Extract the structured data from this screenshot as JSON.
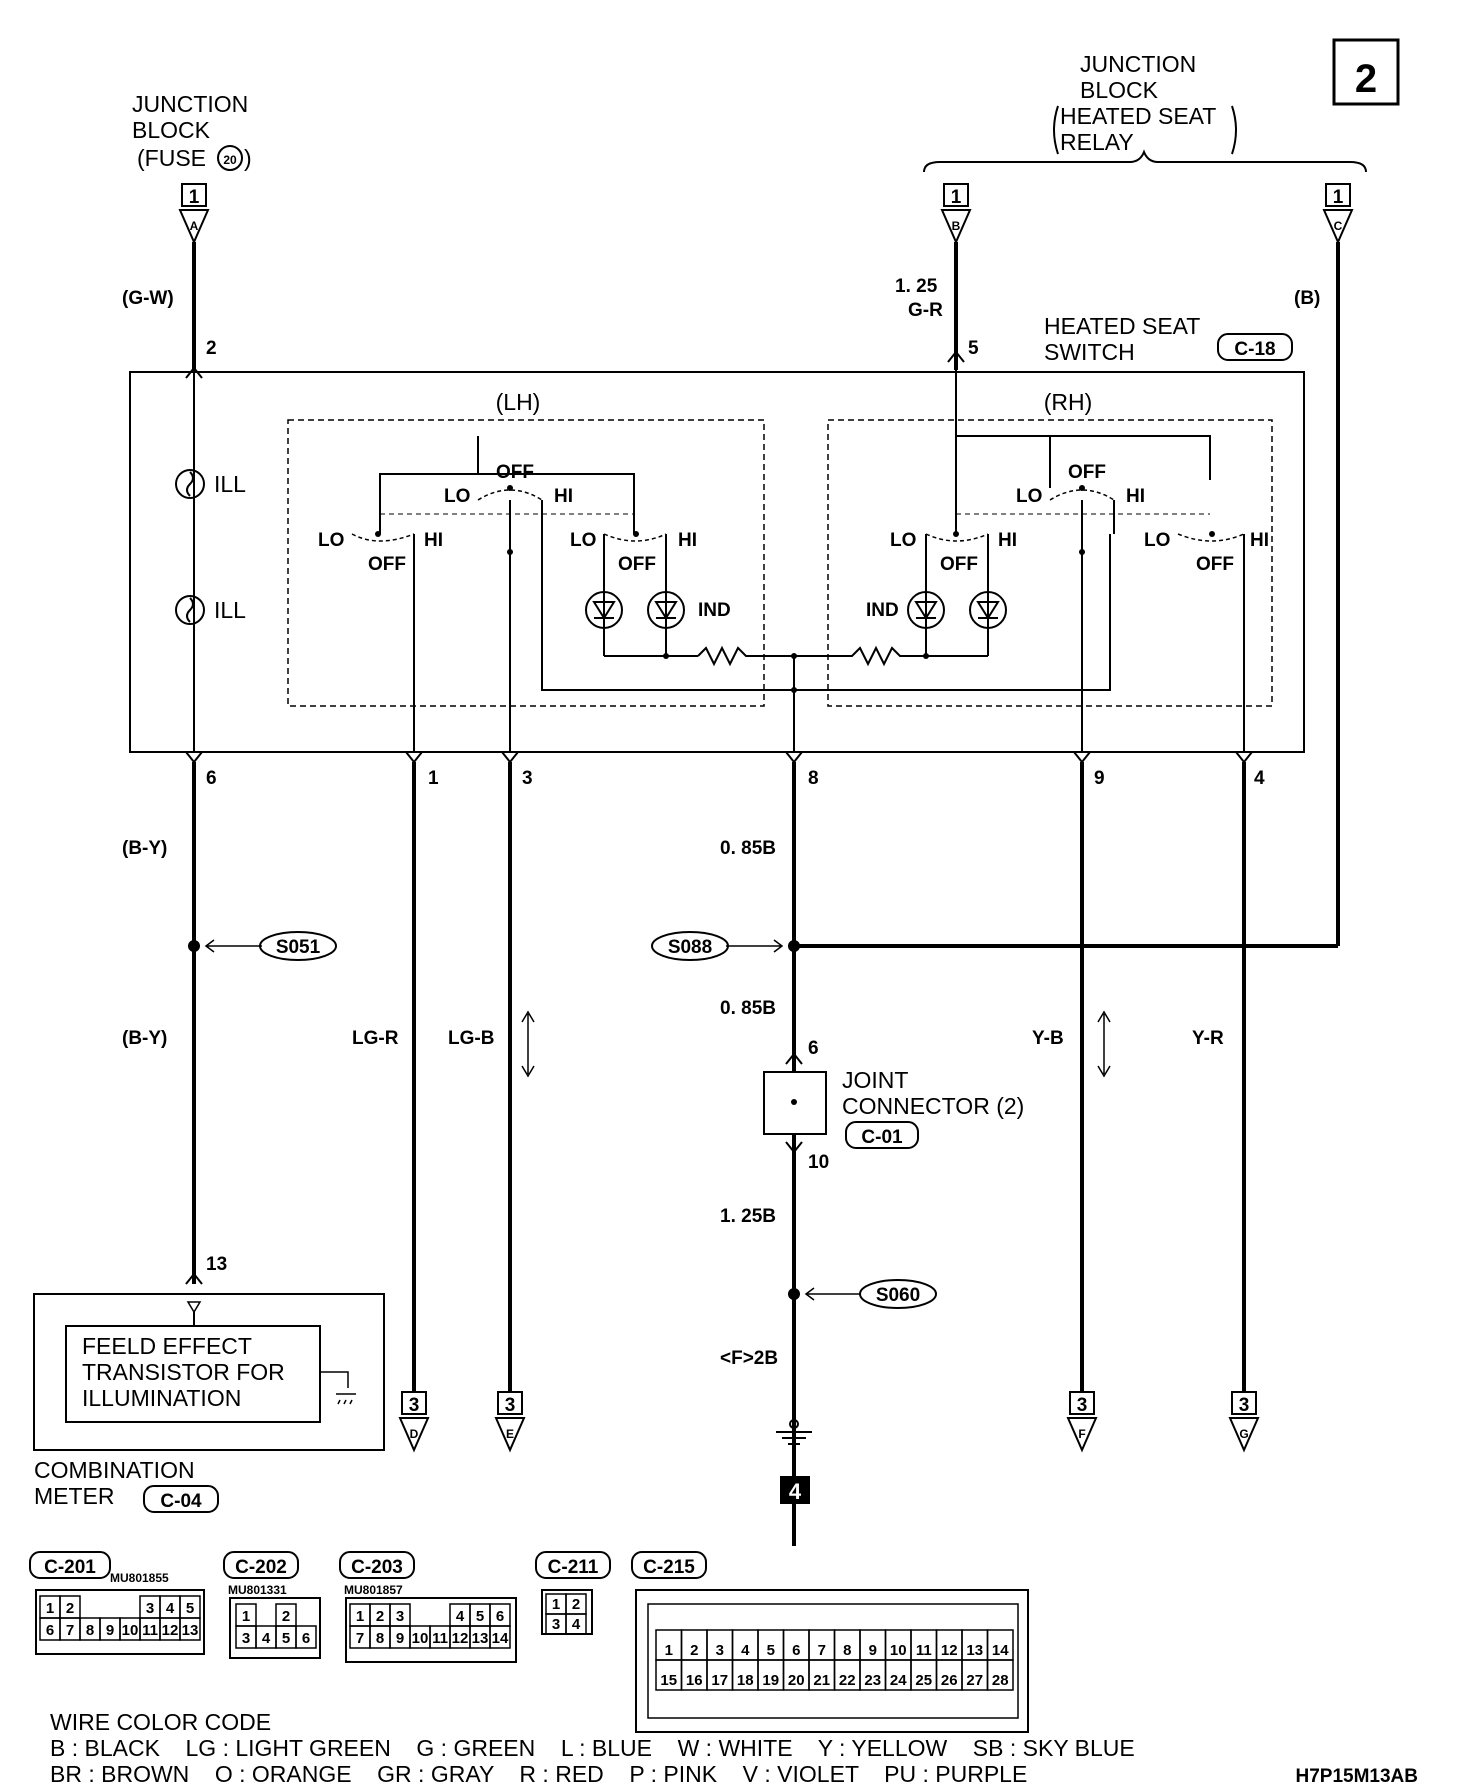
{
  "page_number": "2",
  "figure_code": "H7P15M13AB",
  "next_page": "4",
  "junction_fuse": {
    "l1": "JUNCTION",
    "l2": "BLOCK",
    "l3": "(FUSE",
    "fuse": "20",
    "l3b": ")"
  },
  "junction_relay": {
    "l1": "JUNCTION",
    "l2": "BLOCK",
    "l3": "HEATED SEAT",
    "l4": "RELAY"
  },
  "switch": {
    "l1": "HEATED SEAT",
    "l2": "SWITCH",
    "conn": "C-18",
    "lh": "(LH)",
    "rh": "(RH)"
  },
  "sw_labels": {
    "lo": "LO",
    "hi": "HI",
    "off": "OFF",
    "ind": "IND",
    "ill": "ILL"
  },
  "terms": {
    "in_A": {
      "page": "1",
      "letter": "A"
    },
    "in_B": {
      "page": "1",
      "letter": "B"
    },
    "in_C": {
      "page": "1",
      "letter": "C"
    },
    "out_D": {
      "page": "3",
      "letter": "D"
    },
    "out_E": {
      "page": "3",
      "letter": "E"
    },
    "out_F": {
      "page": "3",
      "letter": "F"
    },
    "out_G": {
      "page": "3",
      "letter": "G"
    }
  },
  "pins": {
    "p2": "2",
    "p5": "5",
    "p6": "6",
    "p1": "1",
    "p3": "3",
    "p8": "8",
    "p9": "9",
    "p4": "4",
    "p13": "13",
    "jc6": "6",
    "jc10": "10"
  },
  "wires": {
    "gw": "(G-W)",
    "gr_size": "1. 25",
    "gr": "G-R",
    "b_paren": "(B)",
    "by1": "(B-Y)",
    "by2": "(B-Y)",
    "b085a": "0. 85B",
    "b085b": "0. 85B",
    "lgr": "LG-R",
    "lgb": "LG-B",
    "yb": "Y-B",
    "yr": "Y-R",
    "b125": "1. 25B",
    "f2b": "<F>2B"
  },
  "splices": {
    "s051": "S051",
    "s088": "S088",
    "s060": "S060"
  },
  "joint": {
    "l1": "JOINT",
    "l2": "CONNECTOR (2)",
    "conn": "C-01"
  },
  "meter": {
    "fet1": "FEELD EFFECT",
    "fet2": "TRANSISTOR FOR",
    "fet3": "ILLUMINATION",
    "l1": "COMBINATION",
    "l2": "METER",
    "conn": "C-04"
  },
  "connectors": [
    {
      "id": "C-201",
      "part": "MU801855"
    },
    {
      "id": "C-202",
      "part": "MU801331"
    },
    {
      "id": "C-203",
      "part": "MU801857"
    },
    {
      "id": "C-211",
      "part": ""
    },
    {
      "id": "C-215",
      "part": ""
    }
  ],
  "pinouts": {
    "c201": {
      "r1": [
        "1",
        "2",
        "",
        "",
        "",
        "3",
        "4",
        "5"
      ],
      "r2": [
        "6",
        "7",
        "8",
        "9",
        "10",
        "11",
        "12",
        "13"
      ]
    },
    "c202": {
      "r1": [
        "1",
        "",
        "2"
      ],
      "r2": [
        "3",
        "4",
        "5",
        "6"
      ]
    },
    "c203": {
      "r1": [
        "1",
        "2",
        "3",
        "",
        "",
        "4",
        "5",
        "6"
      ],
      "r2": [
        "7",
        "8",
        "9",
        "10",
        "11",
        "12",
        "13",
        "14"
      ]
    },
    "c211": {
      "r1": [
        "1",
        "2"
      ],
      "r2": [
        "3",
        "4"
      ]
    },
    "c215": {
      "r1": [
        "1",
        "2",
        "3",
        "4",
        "5",
        "6",
        "7",
        "8",
        "9",
        "10",
        "11",
        "12",
        "13",
        "14"
      ],
      "r2": [
        "15",
        "16",
        "17",
        "18",
        "19",
        "20",
        "21",
        "22",
        "23",
        "24",
        "25",
        "26",
        "27",
        "28"
      ]
    }
  },
  "color_code": {
    "title": "WIRE COLOR CODE",
    "line1": "B : BLACK    LG : LIGHT GREEN    G : GREEN    L : BLUE    W : WHITE    Y : YELLOW    SB : SKY BLUE",
    "line2": "BR : BROWN    O : ORANGE    GR : GRAY    R : RED    P : PINK    V : VIOLET    PU : PURPLE"
  }
}
